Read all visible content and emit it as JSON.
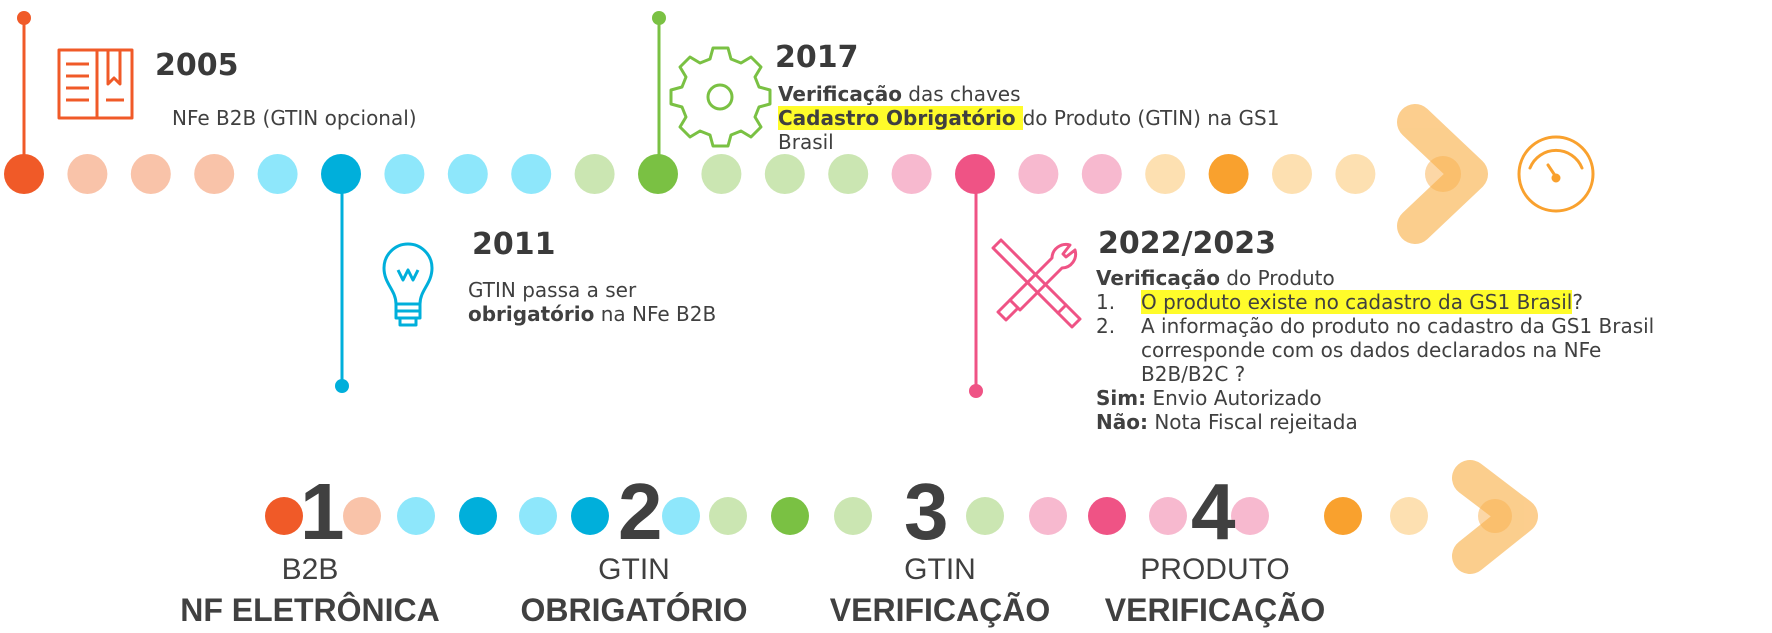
{
  "colors": {
    "orange": "#f05a28",
    "orange_light": "#f9c3a9",
    "blue": "#00afdb",
    "blue_light": "#8ee7fb",
    "green": "#7ac143",
    "green_light": "#cbe6b2",
    "pink": "#ef5385",
    "pink_light": "#f7b9cf",
    "amber": "#f9a12e",
    "amber_light": "#fde0b1",
    "highlight": "#fffc2a",
    "text": "#404040"
  },
  "milestones": {
    "m2005": {
      "year": "2005",
      "text": "NFe B2B (GTIN opcional)",
      "icon": "book-icon"
    },
    "m2011": {
      "year": "2011",
      "line1": "GTIN passa a ser",
      "line2_bold": "obrigatório",
      "line2_rest": " na NFe B2B",
      "icon": "lightbulb-icon"
    },
    "m2017": {
      "year": "2017",
      "line1_bold": "Verificação",
      "line1_rest": " das chaves",
      "line2_highlight": "Cadastro Obrigatório ",
      "line2_rest": "do Produto (GTIN) na GS1",
      "line3": "Brasil",
      "icon": "gear-icon"
    },
    "m2022": {
      "year": "2022/2023",
      "heading_bold": "Verificação",
      "heading_rest": " do Produto",
      "items": [
        {
          "n": "1.",
          "highlight": "O produto existe no cadastro da GS1 Brasil",
          "rest": "?"
        },
        {
          "n": "2.",
          "lines": [
            "A informação do produto no cadastro da GS1 Brasil",
            "corresponde com os dados declarados na NFe",
            "B2B/B2C ?"
          ]
        }
      ],
      "sim_label": "Sim:",
      "sim_text": " Envio Autorizado",
      "nao_label": "Não:",
      "nao_text": " Nota Fiscal rejeitada",
      "icon": "tools-icon"
    },
    "end_icon": "speedometer-icon"
  },
  "phases": [
    {
      "number": "1",
      "top": "B2B",
      "bottom": "NF ELETRÔNICA"
    },
    {
      "number": "2",
      "top": "GTIN",
      "bottom": "OBRIGATÓRIO"
    },
    {
      "number": "3",
      "top": "GTIN",
      "bottom": "VERIFICAÇÃO"
    },
    {
      "number": "4",
      "top": "PRODUTO",
      "bottom": "VERIFICAÇÃO"
    }
  ]
}
